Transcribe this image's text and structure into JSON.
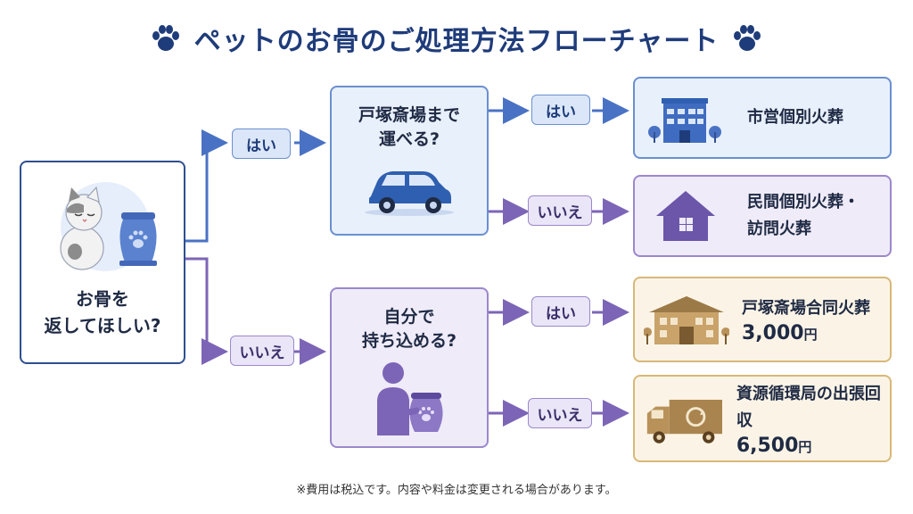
{
  "title": "ペットのお骨のご処理方法フローチャート",
  "start": {
    "line1": "お骨を",
    "line2": "返してほしい?"
  },
  "branch_yes": "はい",
  "branch_no": "いいえ",
  "q1": {
    "line1": "戸塚斎場まで",
    "line2": "運べる?"
  },
  "q2": {
    "line1": "自分で",
    "line2": "持ち込める?"
  },
  "q1_yes": "はい",
  "q1_no": "いいえ",
  "q2_yes": "はい",
  "q2_no": "いいえ",
  "results": {
    "r1": {
      "label": "市営個別火葬"
    },
    "r2": {
      "line1": "民間個別火葬・",
      "line2": "訪問火葬"
    },
    "r3": {
      "label": "戸塚斎場合同火葬",
      "price": "3,000",
      "unit": "円"
    },
    "r4": {
      "label": "資源循環局の出張回収",
      "price": "6,500",
      "unit": "円"
    }
  },
  "footnote": "※費用は税込です。内容や料金は変更される場合があります。",
  "colors": {
    "title": "#1f3c7a",
    "blue_line": "#4a72c4",
    "purple_line": "#7c65b6",
    "gold_border": "#d8b878"
  }
}
